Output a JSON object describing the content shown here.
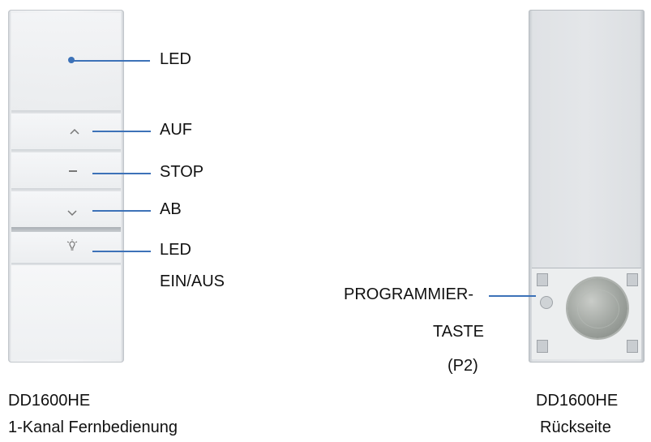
{
  "front": {
    "label_led": "LED",
    "label_auf": "AUF",
    "label_stop": "STOP",
    "label_ab": "AB",
    "label_led_toggle_1": "LED",
    "label_led_toggle_2": "EIN/AUS",
    "caption_model": "DD1600HE",
    "caption_desc": "1-Kanal Fernbedienung",
    "glyph_up": "︿",
    "glyph_stop": "−",
    "glyph_down": "﹀",
    "glyph_led": "💡"
  },
  "back": {
    "label_prog_1": "PROGRAMMIER-",
    "label_prog_2": "TASTE",
    "label_prog_3": "(P2)",
    "caption_model": "DD1600HE",
    "caption_desc": "Rückseite"
  },
  "colors": {
    "leader_line": "#3d72b8"
  }
}
